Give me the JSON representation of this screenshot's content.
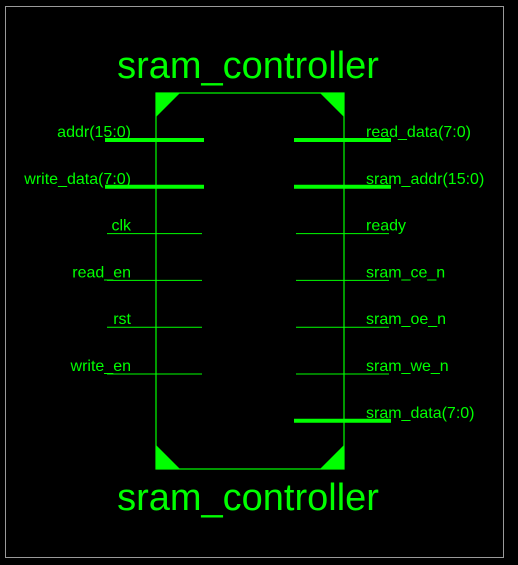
{
  "block": {
    "name_top": "sram_controller",
    "name_bottom": "sram_controller"
  },
  "pins": {
    "left": [
      {
        "label": "addr(15:0)",
        "bus": true
      },
      {
        "label": "write_data(7:0)",
        "bus": true
      },
      {
        "label": "clk",
        "bus": false
      },
      {
        "label": "read_en",
        "bus": false
      },
      {
        "label": "rst",
        "bus": false
      },
      {
        "label": "write_en",
        "bus": false
      }
    ],
    "right": [
      {
        "label": "read_data(7:0)",
        "bus": true
      },
      {
        "label": "sram_addr(15:0)",
        "bus": true
      },
      {
        "label": "ready",
        "bus": false
      },
      {
        "label": "sram_ce_n",
        "bus": false
      },
      {
        "label": "sram_oe_n",
        "bus": false
      },
      {
        "label": "sram_we_n",
        "bus": false
      },
      {
        "label": "sram_data(7:0)",
        "bus": true
      }
    ]
  },
  "colors": {
    "accent": "#00ff00",
    "background": "#000000",
    "frame": "#9a9a9a"
  }
}
